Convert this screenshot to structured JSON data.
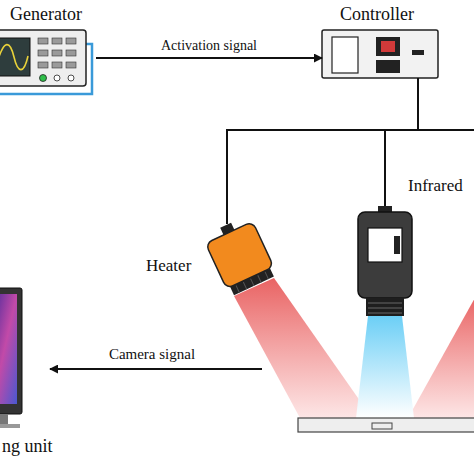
{
  "diagram": {
    "nodes": [
      {
        "text": [
          "Generator"
        ]
      },
      {
        "text": [
          "Controller"
        ]
      },
      {
        "text": [
          "Heater"
        ]
      },
      {
        "text": [
          "Infrared"
        ]
      },
      {
        "text": [
          "ng unit"
        ]
      }
    ],
    "edges": [
      {
        "from": 0,
        "to": 1,
        "arrow": "to",
        "label": "Activation signal"
      },
      {
        "from": 1,
        "to": 2,
        "arrow": "none"
      },
      {
        "from": 1,
        "to": 3,
        "arrow": "none"
      }
    ],
    "labels": [
      "Camera signal"
    ]
  }
}
